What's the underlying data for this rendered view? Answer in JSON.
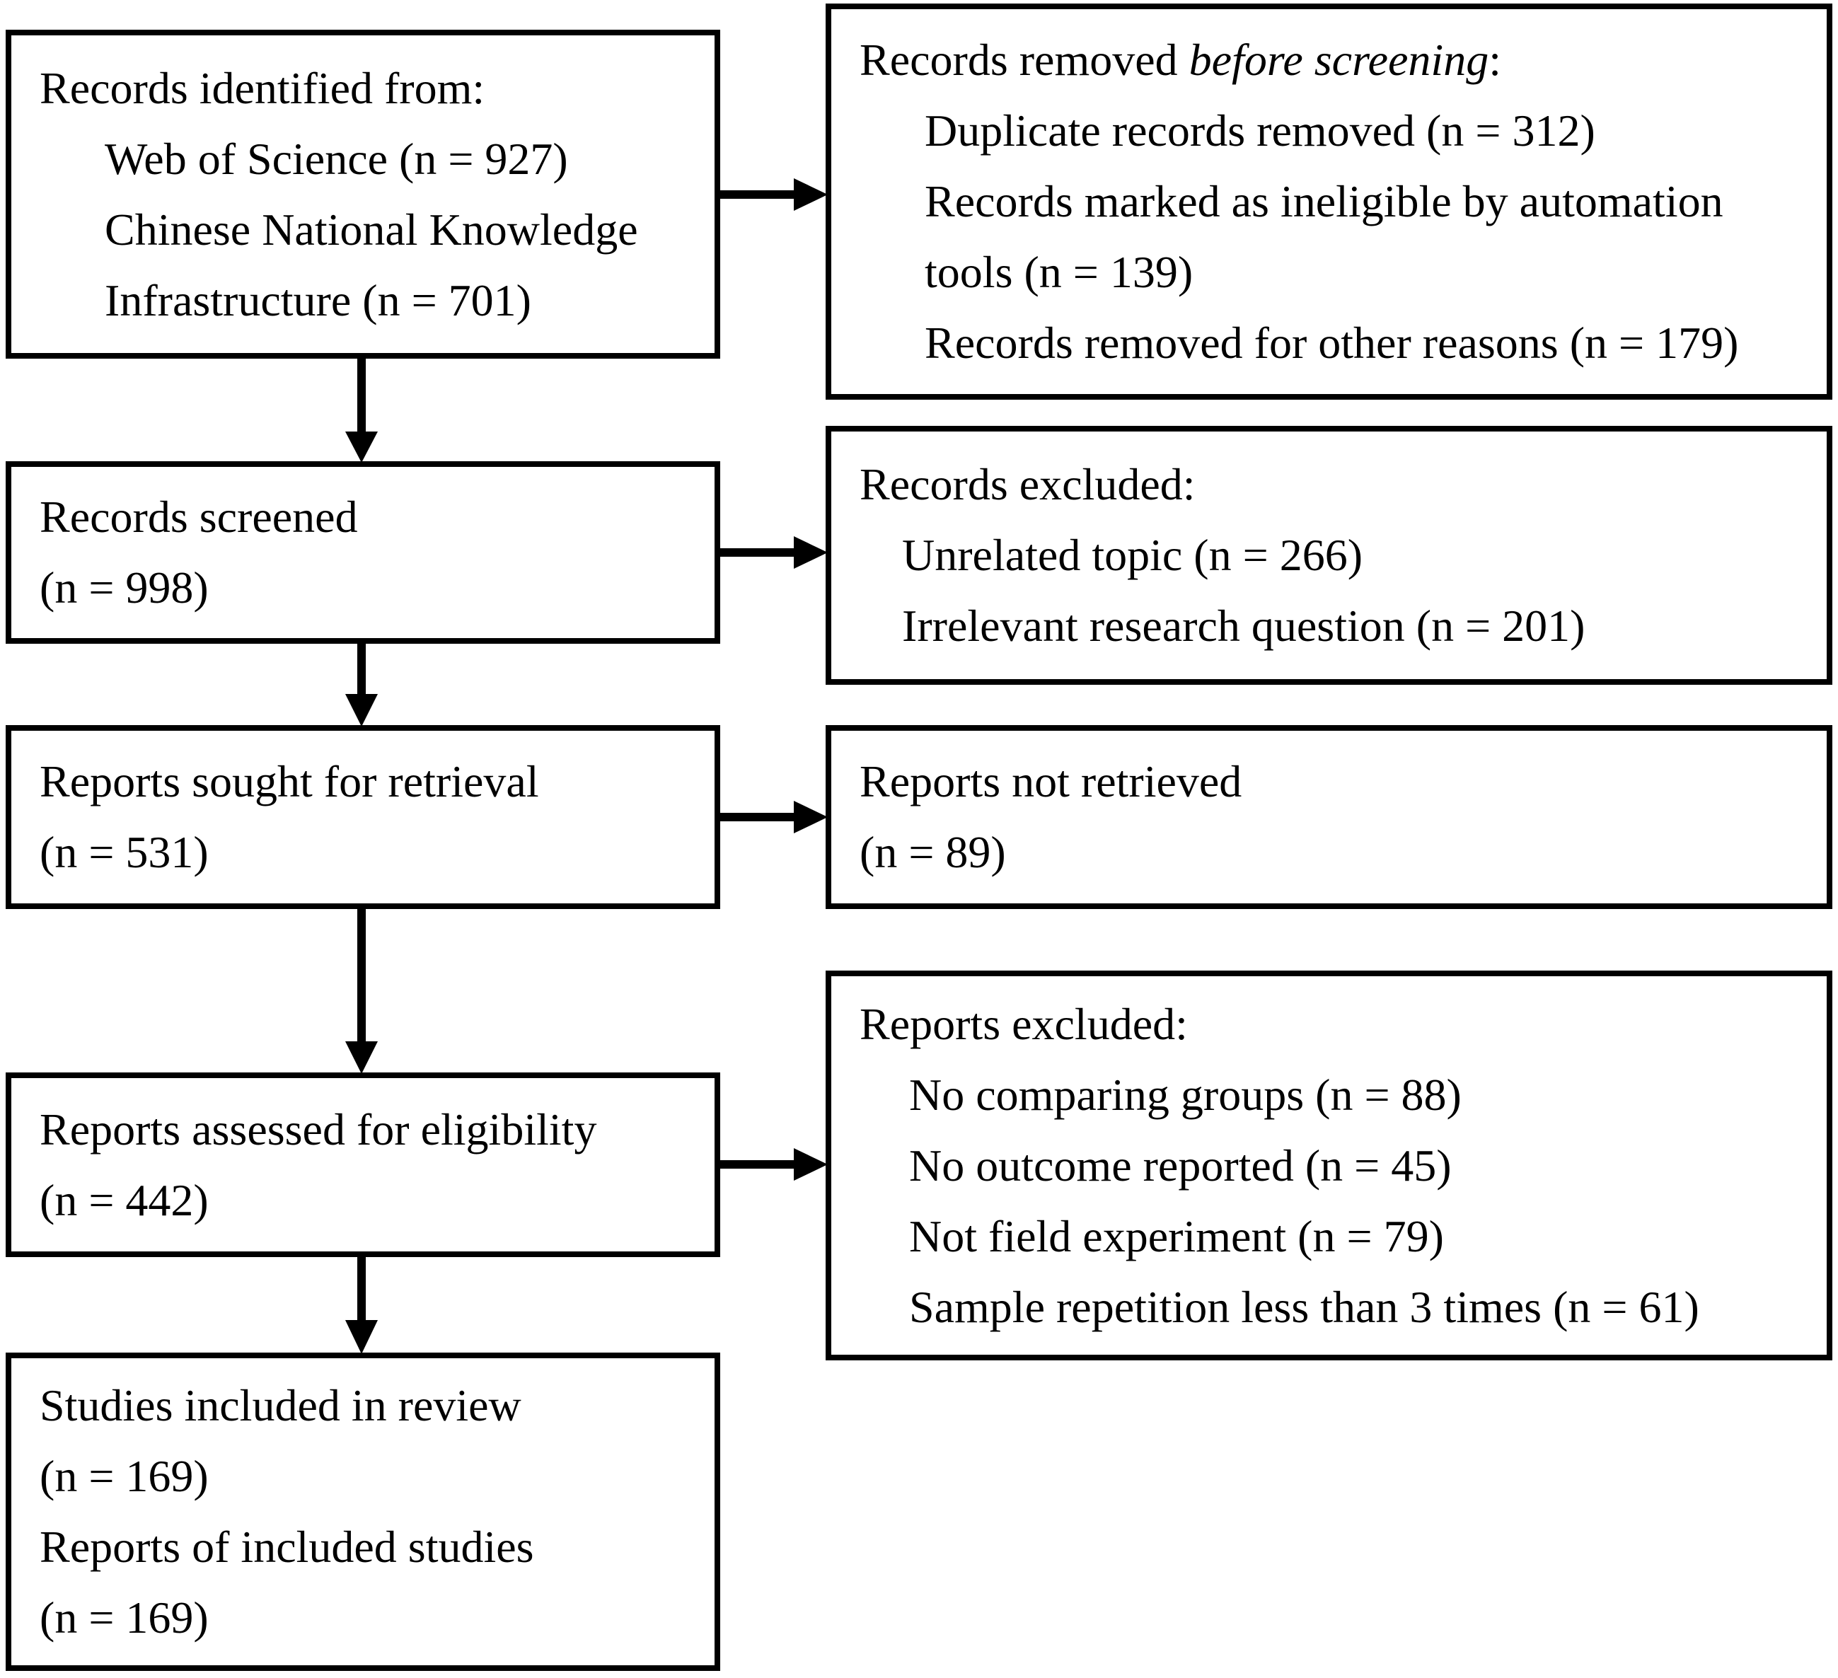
{
  "colors": {
    "background": "#ffffff",
    "text": "#000000",
    "line": "#000000"
  },
  "boxes": {
    "identification": {
      "title": "Records identified from:",
      "items": [
        "Web of Science (n = 927)",
        "Chinese National Knowledge",
        "Infrastructure (n = 701)"
      ]
    },
    "screened": {
      "lines": [
        "Records screened",
        "(n = 998)"
      ]
    },
    "sought": {
      "lines": [
        "Reports sought for retrieval",
        "(n = 531)"
      ]
    },
    "assessed": {
      "lines": [
        "Reports assessed for eligibility",
        "(n = 442)"
      ]
    },
    "included": {
      "lines": [
        "Studies included in review",
        "(n = 169)",
        "Reports of included studies",
        "(n = 169)"
      ]
    },
    "removed_before_screening": {
      "title_prefix": "Records removed ",
      "title_italic": "before screening",
      "title_suffix": ":",
      "items": [
        "Duplicate records removed (n = 312)",
        "Records marked as ineligible by automation",
        "tools (n = 139)",
        "Records removed for other reasons (n = 179)"
      ]
    },
    "records_excluded": {
      "title": "Records excluded:",
      "items": [
        "Unrelated topic (n = 266)",
        "Irrelevant research question (n = 201)"
      ]
    },
    "not_retrieved": {
      "lines": [
        "Reports not retrieved",
        "(n = 89)"
      ]
    },
    "reports_excluded": {
      "title": "Reports excluded:",
      "items": [
        "No comparing groups (n = 88)",
        "No outcome reported (n = 45)",
        "Not field experiment (n = 79)",
        "Sample repetition less than 3 times (n = 61)"
      ]
    }
  }
}
